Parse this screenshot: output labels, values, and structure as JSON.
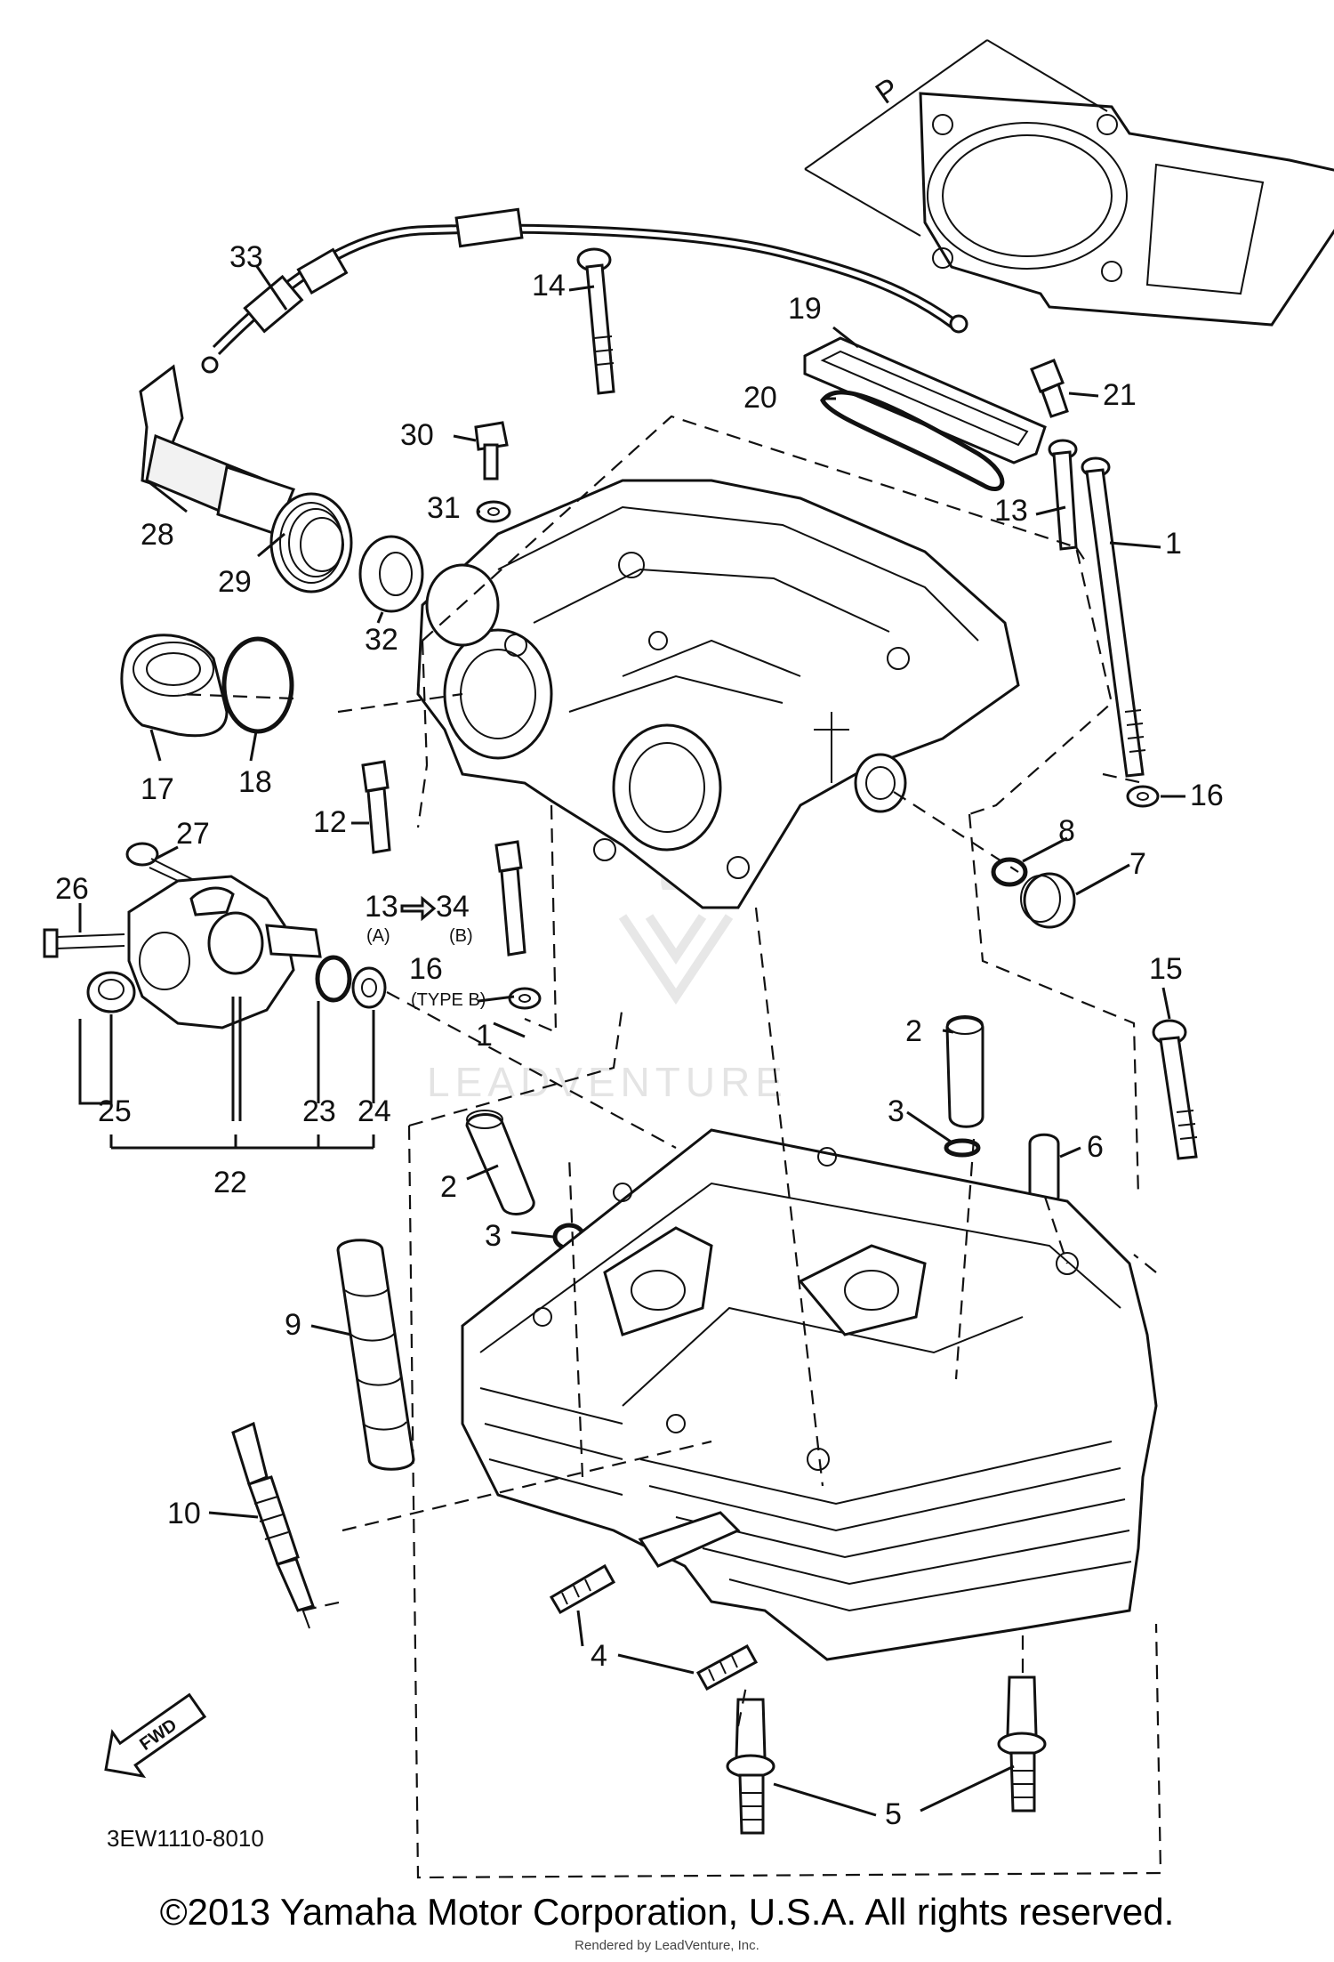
{
  "diagram": {
    "part_code": "3EW1110-8010",
    "fwd_label": "FWD",
    "dimension_label": "P",
    "watermark": "LEADVENTURE",
    "annotations": {
      "arrow_a": "(A)",
      "arrow_b": "(B)",
      "type_b": "(TYPE B)"
    },
    "callouts": {
      "c1": "1",
      "c1b": "1",
      "c2a": "2",
      "c2b": "2",
      "c3a": "3",
      "c3b": "3",
      "c4": "4",
      "c5": "5",
      "c6": "6",
      "c7": "7",
      "c8": "8",
      "c9": "9",
      "c10": "10",
      "c12": "12",
      "c13a": "13",
      "c13b": "13",
      "c34": "34",
      "c14": "14",
      "c15": "15",
      "c16a": "16",
      "c16b": "16",
      "c17": "17",
      "c18": "18",
      "c19": "19",
      "c20": "20",
      "c21": "21",
      "c22": "22",
      "c23": "23",
      "c24": "24",
      "c25": "25",
      "c26": "26",
      "c27": "27",
      "c28": "28",
      "c29": "29",
      "c30": "30",
      "c31": "31",
      "c32": "32",
      "c33": "33"
    }
  },
  "footer": {
    "copyright": "©2013 Yamaha Motor Corporation, U.S.A. All rights reserved.",
    "rendered_by": "Rendered by LeadVenture, Inc."
  }
}
